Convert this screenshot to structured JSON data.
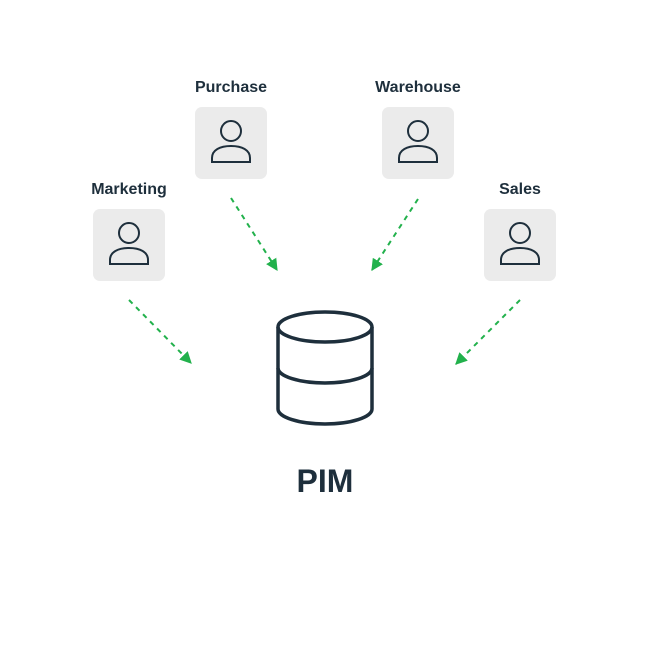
{
  "diagram": {
    "colors": {
      "text": "#1e2f3c",
      "card_background": "#ebebeb",
      "arrow": "#22b14c",
      "icon_stroke": "#1e2f3c"
    },
    "roles": [
      {
        "label": "Purchase",
        "icon": "user-icon"
      },
      {
        "label": "Warehouse",
        "icon": "user-icon"
      },
      {
        "label": "Marketing",
        "icon": "user-icon"
      },
      {
        "label": "Sales",
        "icon": "user-icon"
      }
    ],
    "center": {
      "label": "PIM",
      "icon": "database-icon"
    },
    "arrow_style": "dashed"
  }
}
